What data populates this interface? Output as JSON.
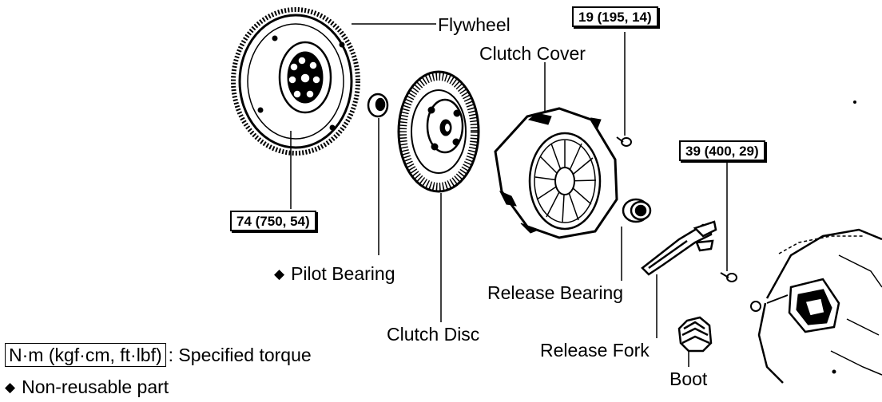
{
  "labels": {
    "flywheel": "Flywheel",
    "clutch_cover": "Clutch Cover",
    "pilot_bearing": "Pilot Bearing",
    "clutch_disc": "Clutch Disc",
    "release_bearing": "Release Bearing",
    "release_fork": "Release Fork",
    "boot": "Boot"
  },
  "torques": {
    "flywheel_bolt": "74 (750, 54)",
    "cover_bolt": "19 (195, 14)",
    "fork_bolt": "39 (400, 29)"
  },
  "marker": "◆",
  "legend": {
    "unit": "N·m (kgf·cm, ft·lbf)",
    "specified_text": ": Specified torque",
    "nonreusable_text": "Non-reusable part"
  }
}
